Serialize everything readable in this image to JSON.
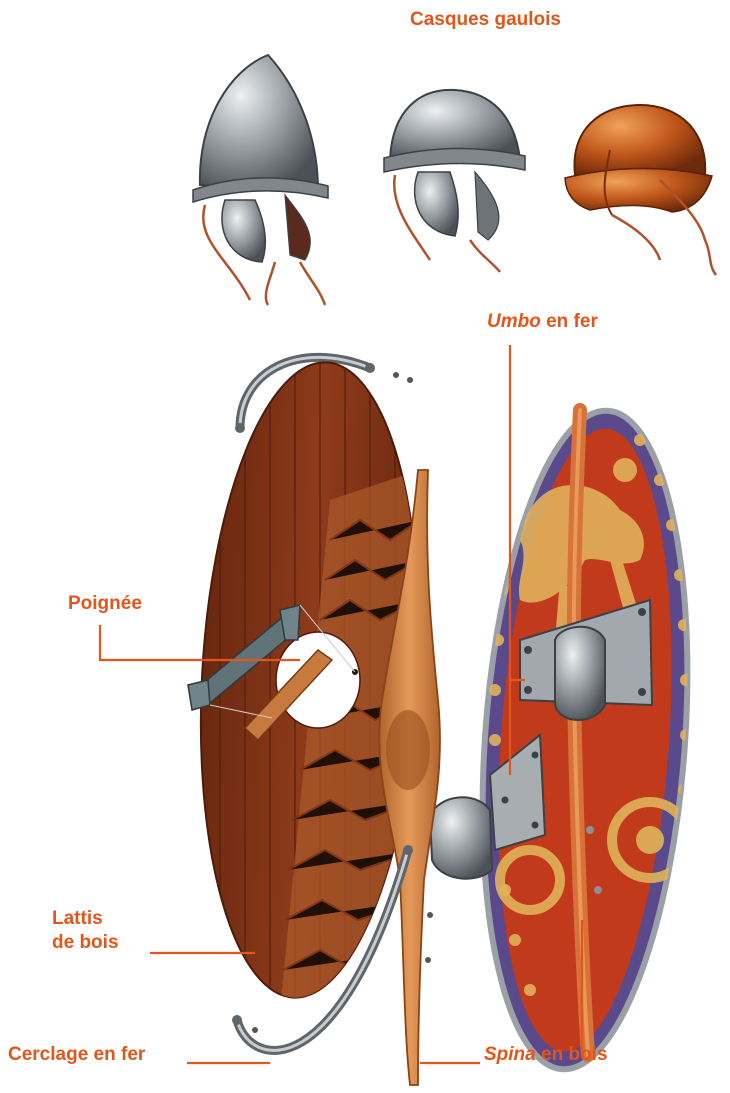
{
  "title": "Casques gaulois",
  "labels": {
    "umbo_em": "Umbo",
    "umbo_rest": " en fer",
    "poignee": "Poignée",
    "lattis_line1": "Lattis",
    "lattis_line2": "de bois",
    "cerclage": "Cerclage en fer",
    "spina_em": "Spina",
    "spina_rest": " en bois"
  },
  "colors": {
    "label": "#e2561c",
    "wood_dark": "#7a2f14",
    "wood_light": "#c87a3c",
    "shield_red": "#c23a1c",
    "shield_blue": "#5a4a8c",
    "motif_yellow": "#e0b25a",
    "iron": "#9aa0a6",
    "bronze": "#c0561a"
  }
}
